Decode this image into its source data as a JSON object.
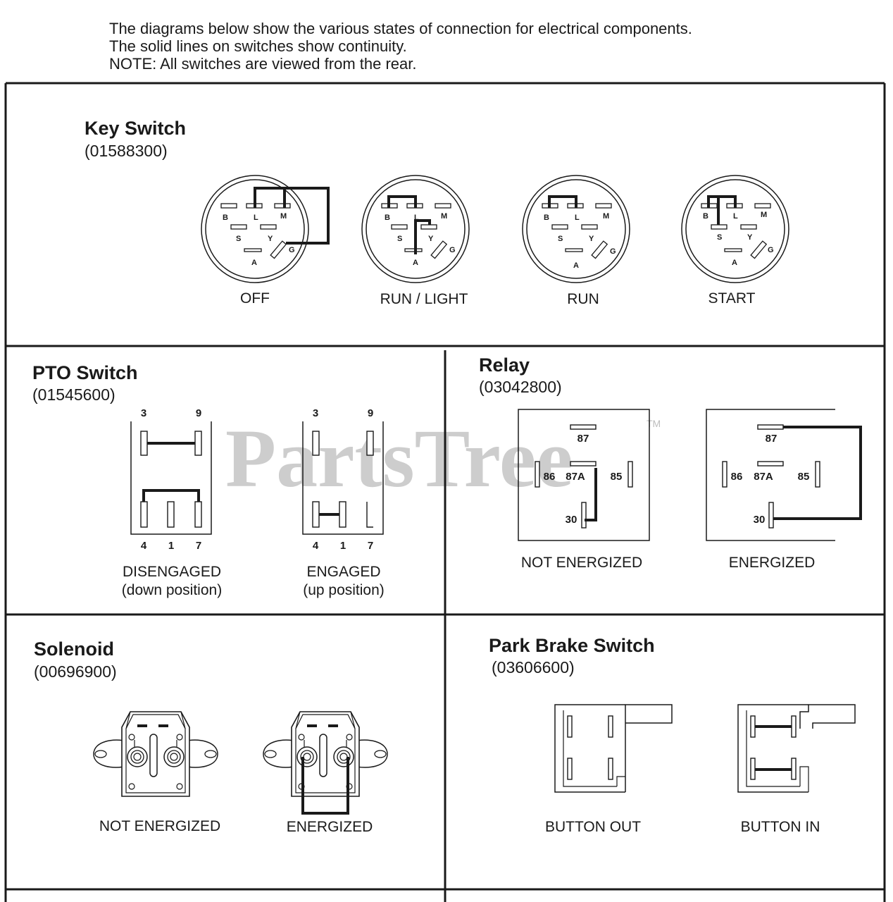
{
  "intro": {
    "line1": "The diagrams below show the various states of connection for electrical components.",
    "line2": "The solid lines on switches show continuity.",
    "line3": "NOTE:  All switches are viewed from the rear."
  },
  "watermark": {
    "text": "PartsTree",
    "trademark": "TM"
  },
  "key_switch": {
    "title": "Key Switch",
    "part_number": "(01588300)",
    "pins": {
      "b": "B",
      "l": "L",
      "m": "M",
      "s": "S",
      "y": "Y",
      "g": "G",
      "a": "A"
    },
    "states": [
      "OFF",
      "RUN / LIGHT",
      "RUN",
      "START"
    ]
  },
  "pto_switch": {
    "title": "PTO Switch",
    "part_number": "(01545600)",
    "top_pins": [
      "3",
      "9"
    ],
    "bottom_pins": [
      "4",
      "1",
      "7"
    ],
    "states": [
      {
        "label": "DISENGAGED",
        "sub": "(down position)"
      },
      {
        "label": "ENGAGED",
        "sub": "(up position)"
      }
    ]
  },
  "relay": {
    "title": "Relay",
    "part_number": "(03042800)",
    "pins": {
      "p87": "87",
      "p86": "86",
      "p87a": "87A",
      "p85": "85",
      "p30": "30"
    },
    "states": [
      "NOT ENERGIZED",
      "ENERGIZED"
    ]
  },
  "solenoid": {
    "title": "Solenoid",
    "part_number": "(00696900)",
    "states": [
      "NOT ENERGIZED",
      "ENERGIZED"
    ]
  },
  "park_brake": {
    "title": "Park Brake Switch",
    "part_number": "(03606600)",
    "states": [
      "BUTTON OUT",
      "BUTTON IN"
    ]
  },
  "colors": {
    "ink": "#1a1a1a",
    "watermark": "#bdbdbd",
    "background": "#ffffff"
  }
}
